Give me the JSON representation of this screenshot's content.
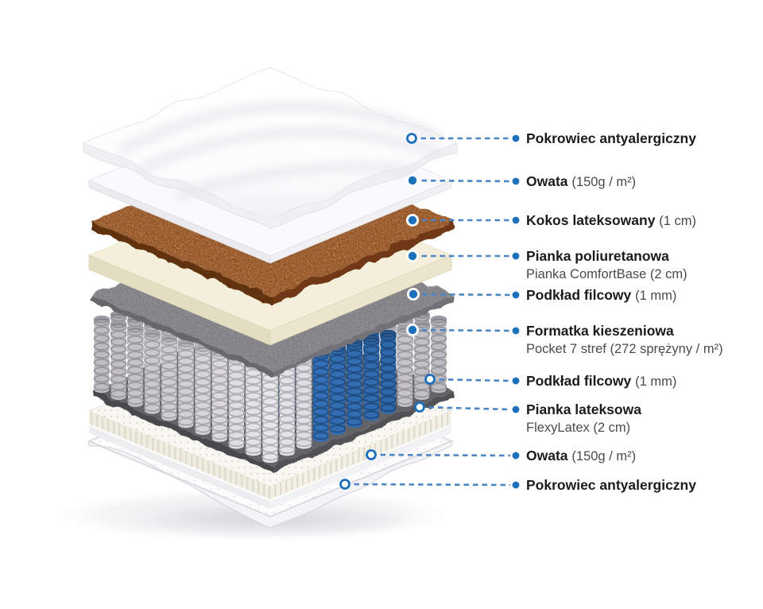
{
  "colors": {
    "accent": "#1c70bb",
    "accent_light": "#4a86c6",
    "kokos_brown": "#8f4e22",
    "foam_cream": "#f4efda",
    "felt_gray": "#87878b",
    "spring_gray": "#b7b7bd",
    "spring_blue": "#2f6fbb"
  },
  "rows": [
    {
      "title": "Pokrowiec antyalergiczny"
    },
    {
      "title": "Owata",
      "inline": "(150g / m²)"
    },
    {
      "title": "Kokos lateksowany",
      "inline": "(1 cm)"
    },
    {
      "title": "Pianka poliuretanowa",
      "below": "Pianka ComfortBase (2 cm)"
    },
    {
      "title": "Podkład filcowy",
      "inline": "(1 mm)"
    },
    {
      "title": "Formatka kieszeniowa",
      "below": "Pocket 7 stref (272 sprężyny / m²)"
    },
    {
      "title": "Podkład filcowy",
      "inline": "(1 mm)"
    },
    {
      "title": "Pianka lateksowa",
      "below": "FlexyLatex (2 cm)"
    },
    {
      "title": "Owata",
      "inline": "(150g / m²)"
    },
    {
      "title": "Pokrowiec antyalergiczny"
    }
  ],
  "springs": {
    "grid": 11,
    "blue_i_min": 8,
    "blue_j_min": 3,
    "blue_j_max": 7
  }
}
